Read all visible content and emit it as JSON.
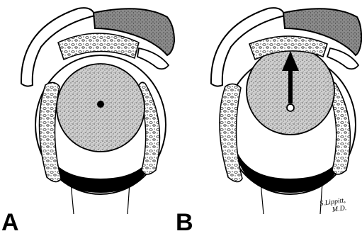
{
  "panels": [
    {
      "label": "A"
    },
    {
      "label": "B"
    }
  ],
  "signature": {
    "line1": "S.Lippitt,",
    "line2": "M.D."
  }
}
